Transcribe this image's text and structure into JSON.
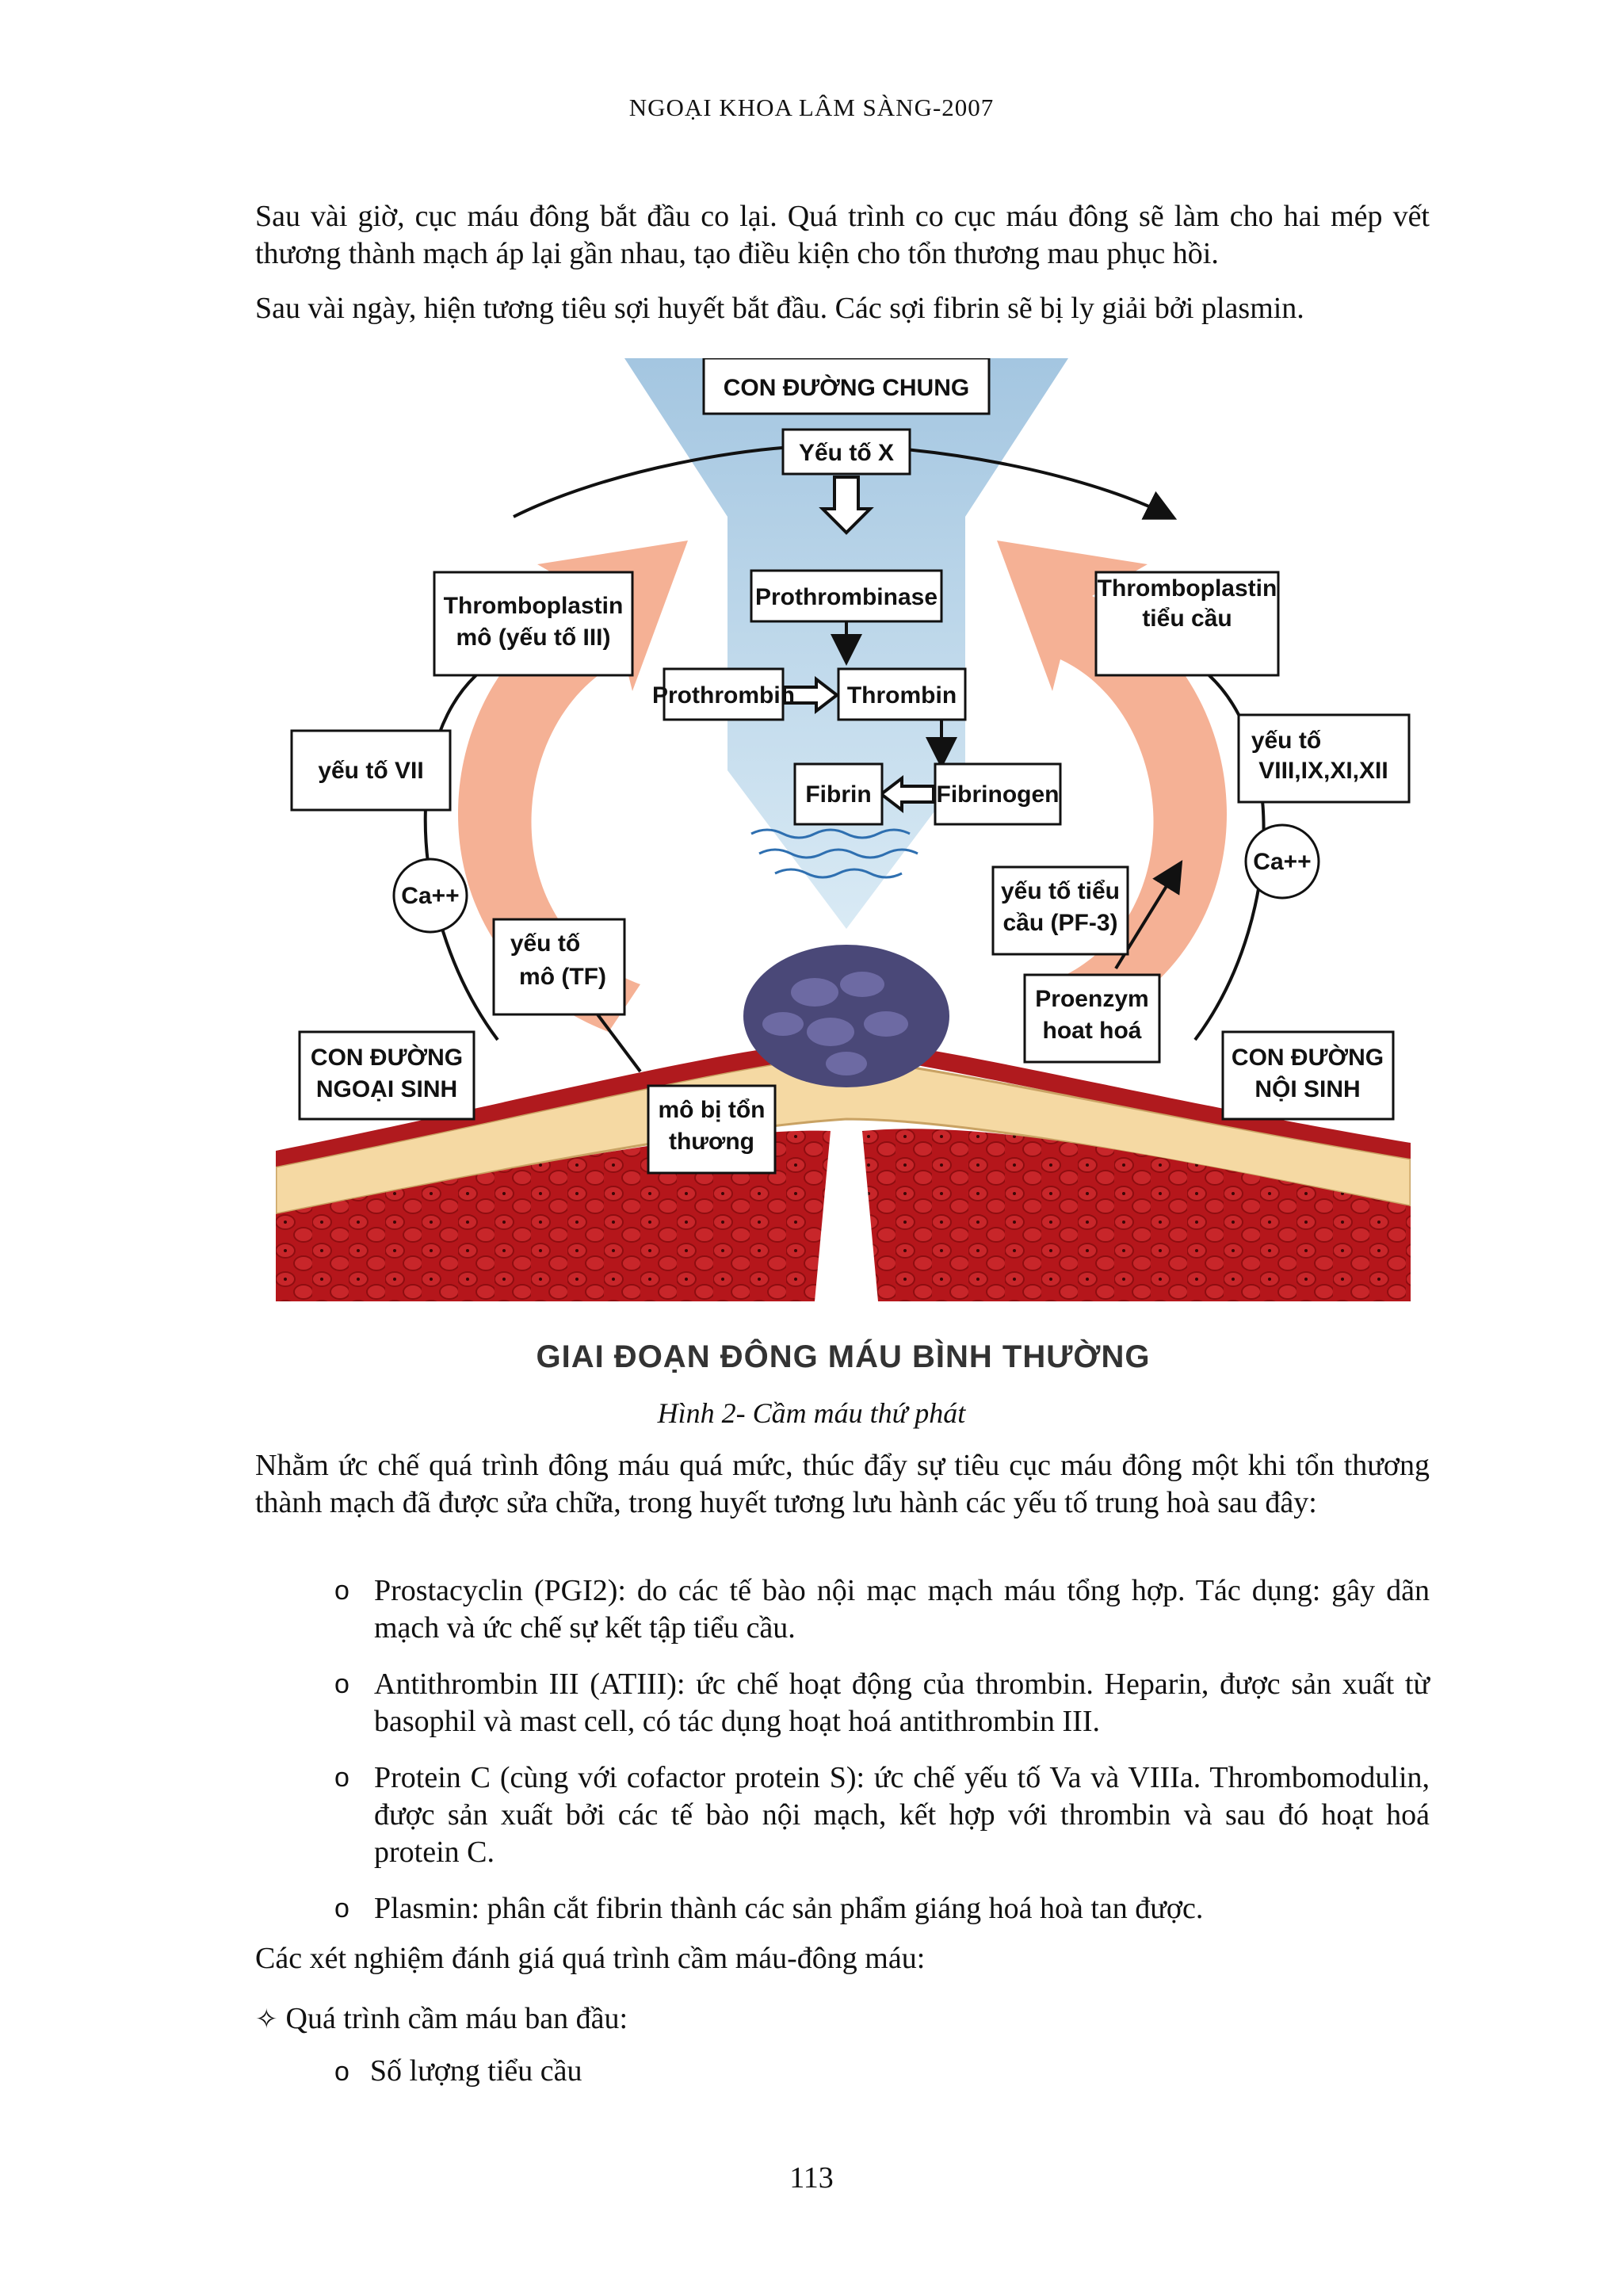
{
  "header": "NGOẠI KHOA LÂM SÀNG-2007",
  "paragraphs": {
    "p1": "Sau vài giờ, cục máu đông bắt đầu co lại. Quá trình co cục máu đông sẽ làm cho hai mép vết thương thành mạch áp lại gần nhau, tạo điều kiện cho tổn thương mau phục hồi.",
    "p2": "Sau vài ngày, hiện tương tiêu sợi huyết bắt đầu. Các sợi fibrin sẽ bị ly giải bởi plasmin.",
    "p3": "Nhằm ức chế quá trình đông máu quá mức, thúc đẩy sự tiêu cục máu đông một khi tổn thương thành mạch đã được sửa chữa, trong huyết tương lưu hành các yếu tố trung hoà sau đây:",
    "p4": "Các xét nghiệm đánh giá quá trình cầm máu-đông máu:",
    "p5": "Quá trình cầm máu ban đầu:",
    "p6": "Số lượng tiểu cầu"
  },
  "bullet_marker": "o",
  "star_marker": "✧",
  "bullets": [
    "Prostacyclin (PGI2): do các tế bào nội mạc mạch máu tổng hợp. Tác dụng: gây dãn mạch và ức chế sự kết tập tiểu cầu.",
    "Antithrombin III (ATIII): ức chế hoạt động của thrombin. Heparin, được sản xuất từ basophil và mast cell, có tác dụng hoạt hoá antithrombin III.",
    "Protein C (cùng với cofactor protein S): ức chế yếu tố Va và VIIIa. Thrombomodulin, được sản xuất bởi các tế bào nội mạch, kết hợp với thrombin và sau đó hoạt hoá protein C.",
    "Plasmin: phân cắt fibrin thành các sản phẩm giáng hoá hoà tan được."
  ],
  "figure": {
    "con_duong_chung": "CON ĐƯỜNG CHUNG",
    "yeu_to_x": "Yếu tố X",
    "prothrombinase": "Prothrombinase",
    "prothrombin": "Prothrombin",
    "thrombin": "Thrombin",
    "fibrin": "Fibrin",
    "fibrinogen": "Fibrinogen",
    "tp_mo_1": "Thromboplastin",
    "tp_mo_2": "mô (yếu tố III)",
    "tp_tc_1": "Thromboplastin",
    "tp_tc_2": "tiểu cầu",
    "yeu_to_vii": "yếu tố VII",
    "yt_noi_1": "yếu tố",
    "yt_noi_2": "VIII,IX,XI,XII",
    "ca_left": "Ca++",
    "ca_right": "Ca++",
    "tf_1": "yếu tố",
    "tf_2": "mô (TF)",
    "pf3_1": "yếu tố tiểu",
    "pf3_2": "cầu (PF-3)",
    "proenzym_1": "Proenzym",
    "proenzym_2": "hoat hoá",
    "ngoai_1": "CON ĐƯỜNG",
    "ngoai_2": "NGOẠI SINH",
    "noi_1": "CON ĐƯỜNG",
    "noi_2": "NỘI SINH",
    "mo_ton_1": "mô bị tổn",
    "mo_ton_2": "thương"
  },
  "figure_title": "GIAI ĐOẠN ĐÔNG MÁU BÌNH THƯỜNG",
  "caption": "Hình 2- Cầm máu thứ phát",
  "page_number": "113"
}
